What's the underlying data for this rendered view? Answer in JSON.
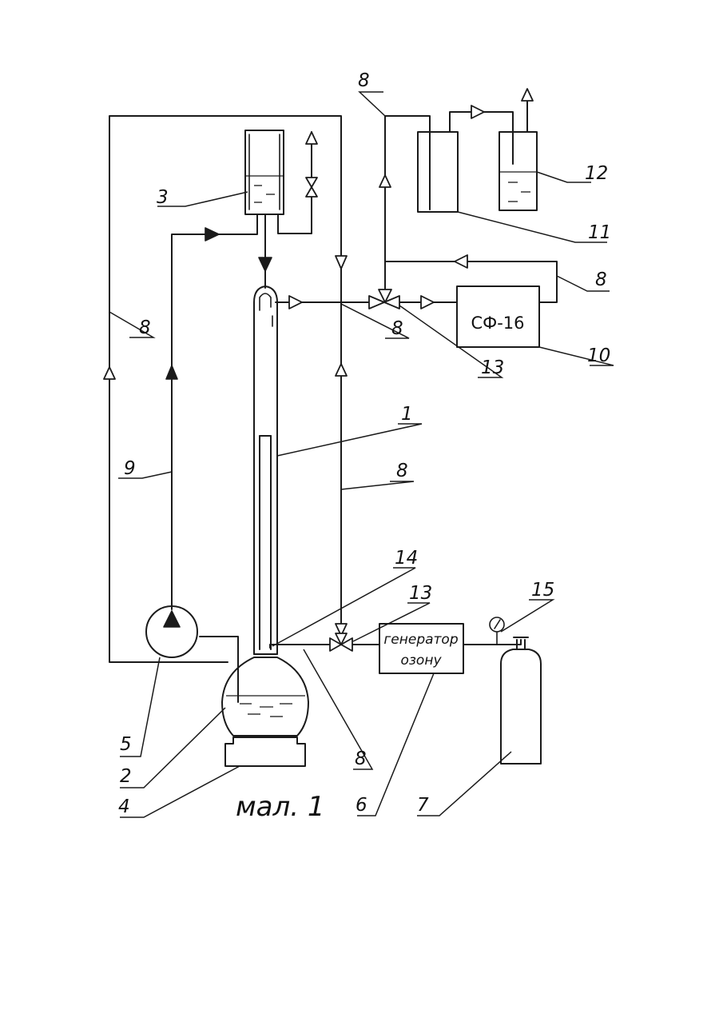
{
  "figure": {
    "caption": "мал. 1",
    "components": {
      "spectrophotometer_label": "СФ-16",
      "ozone_generator_label_line1": "генератор",
      "ozone_generator_label_line2": "озону",
      "gauge_symbol": "↗"
    },
    "callouts": {
      "c1": "1",
      "c2": "2",
      "c3": "3",
      "c4": "4",
      "c5": "5",
      "c6": "6",
      "c7": "7",
      "c8_a": "8",
      "c8_b": "8",
      "c8_c": "8",
      "c8_d": "8",
      "c8_e": "8",
      "c8_f": "8",
      "c9": "9",
      "c10": "10",
      "c11": "11",
      "c12": "12",
      "c13_a": "13",
      "c13_b": "13",
      "c14": "14",
      "c15": "15"
    }
  }
}
